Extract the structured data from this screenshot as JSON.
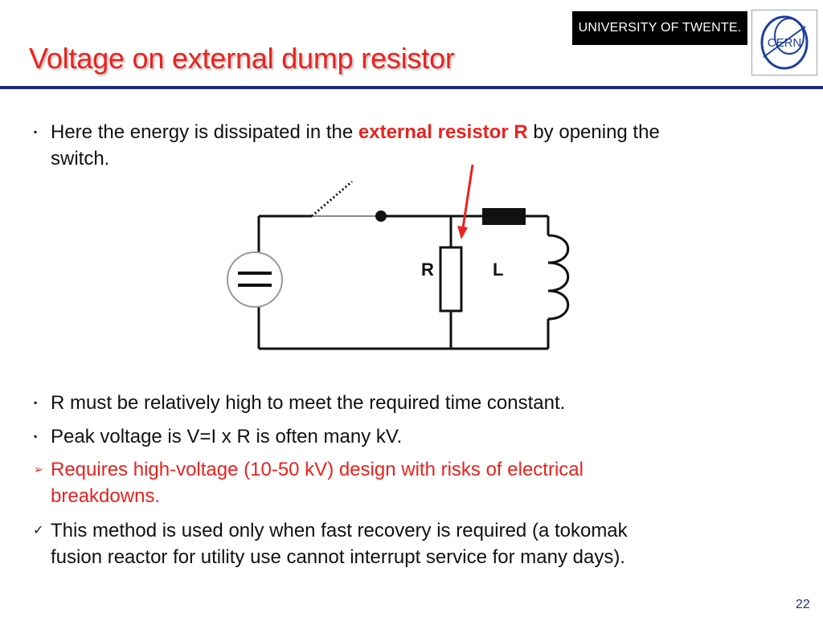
{
  "slide": {
    "title": "Voltage on external dump resistor",
    "page_number": "22"
  },
  "logos": {
    "university": "UNIVERSITY OF TWENTE.",
    "cern": "CERN"
  },
  "bullets": [
    {
      "marker": "square-bullet",
      "text_before": "Here the energy is dissipated in the ",
      "emphasis": "external resistor R",
      "text_after": " by opening the",
      "line2": "switch."
    },
    {
      "marker": "square-bullet",
      "text": "R must be relatively high to meet the required time constant."
    },
    {
      "marker": "square-bullet",
      "text": "Peak voltage is V=I x R is often many kV."
    },
    {
      "marker": "arrow-bullet",
      "line1": "Requires high-voltage (10-50 kV) design with risks of electrical",
      "line2": "breakdowns."
    },
    {
      "marker": "check-bullet",
      "line1": "This method is used only when fast recovery is required (a tokomak",
      "line2": "fusion reactor for utility use cannot interrupt service for many days)."
    }
  ],
  "circuit": {
    "resistor_label": "R",
    "inductor_label": "L"
  },
  "colors": {
    "title": "#e8231e",
    "accent_rule": "#1b2e7c",
    "text": "#111111",
    "highlight": "#e8231e"
  }
}
